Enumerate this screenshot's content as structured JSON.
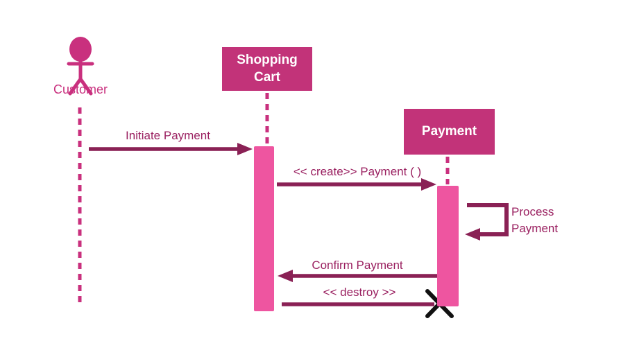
{
  "theme": {
    "background": "#FFFFFF",
    "actor_color": "#C9307E",
    "box_fill": "#C23379",
    "box_text": "#FFFFFF",
    "activation_fill": "#EE55A0",
    "arrow_color": "#8A2155",
    "label_color": "#9A2060",
    "destroy_x_color": "#111111"
  },
  "diagram": {
    "type": "uml-sequence",
    "participants": [
      {
        "name": "Customer",
        "kind": "actor"
      },
      {
        "name": "Shopping Cart",
        "kind": "object"
      },
      {
        "name": "Payment",
        "kind": "object"
      }
    ],
    "messages": [
      {
        "from": "Customer",
        "to": "Shopping Cart",
        "label": "Initiate Payment",
        "type": "solid-arrow"
      },
      {
        "from": "Shopping Cart",
        "to": "Payment",
        "label": "<< create>> Payment ( )",
        "type": "create"
      },
      {
        "from": "Payment",
        "to": "Payment",
        "label": "Process Payment",
        "type": "self-message"
      },
      {
        "from": "Payment",
        "to": "Shopping Cart",
        "label": "Confirm Payment",
        "type": "solid-arrow"
      },
      {
        "from": "Shopping Cart",
        "to": "Payment",
        "label": "<< destroy >>",
        "type": "destroy"
      }
    ]
  }
}
